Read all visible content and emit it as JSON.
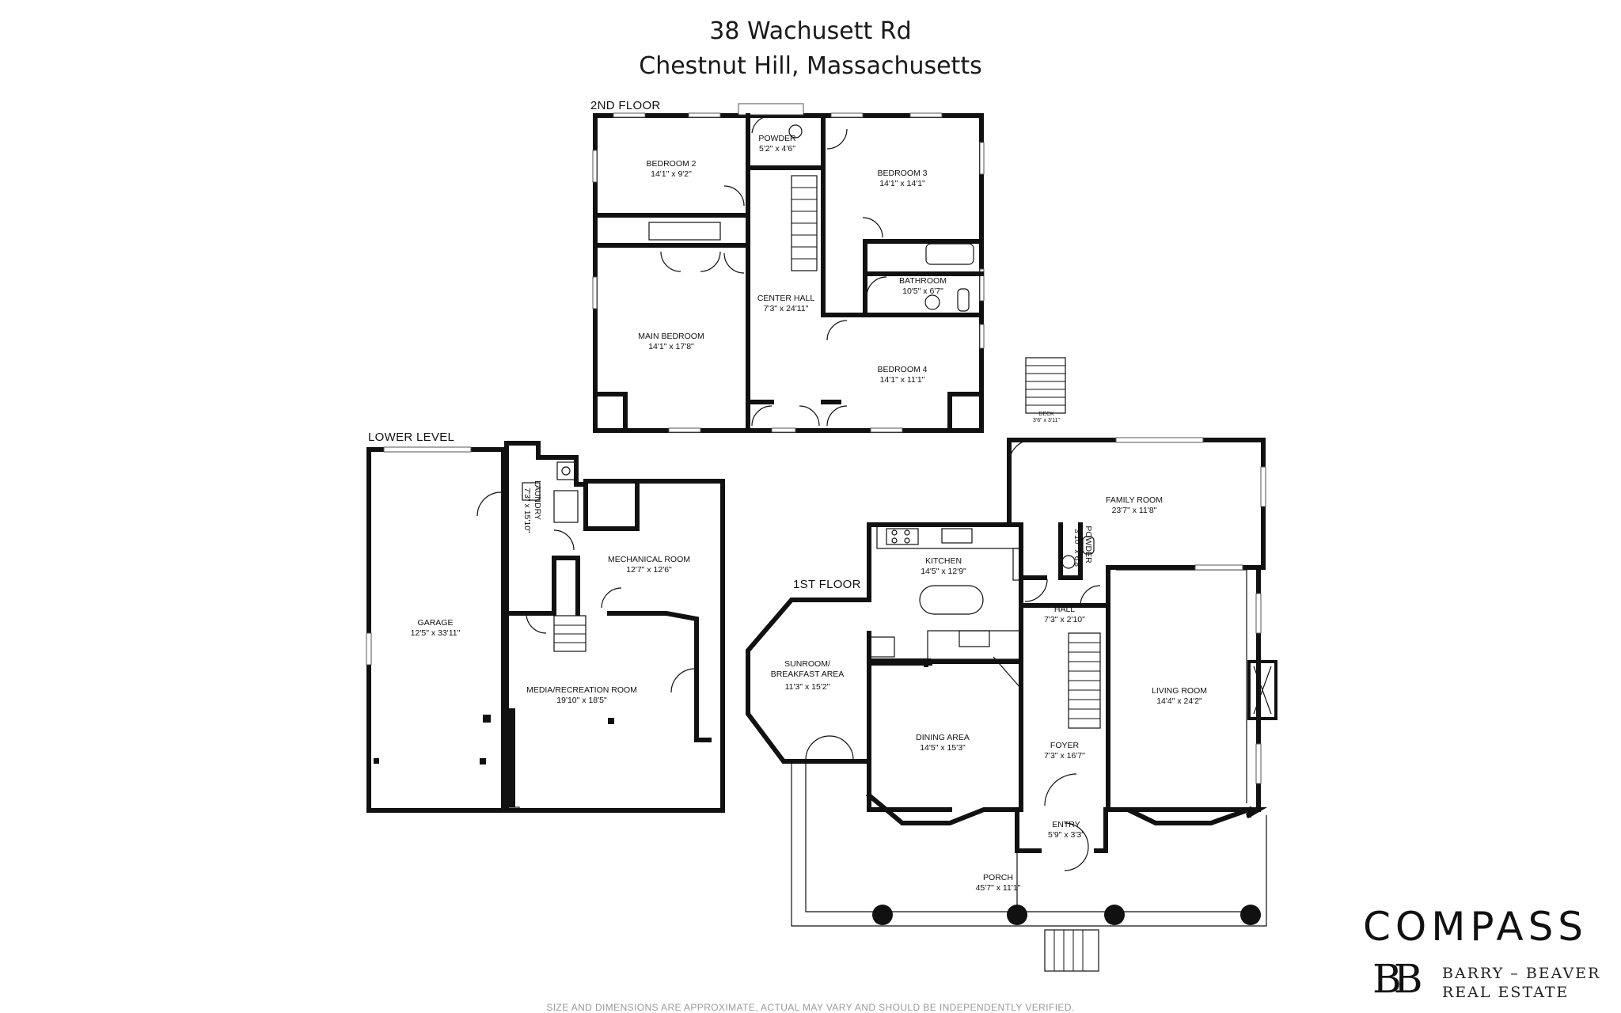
{
  "header": {
    "address_line1": "38 Wachusett Rd",
    "address_line2": "Chestnut Hill, Massachusetts"
  },
  "floors": {
    "second": {
      "label": "2ND FLOOR"
    },
    "lower": {
      "label": "LOWER LEVEL"
    },
    "first": {
      "label": "1ST FLOOR"
    }
  },
  "rooms": {
    "bedroom2": {
      "name": "BEDROOM 2",
      "dim": "14'1\" x 9'2\""
    },
    "powder2": {
      "name": "POWDER",
      "dim": "5'2\" x 4'6\""
    },
    "bedroom3": {
      "name": "BEDROOM 3",
      "dim": "14'1\" x 14'1\""
    },
    "bathroom": {
      "name": "BATHROOM",
      "dim": "10'5\" x 6'7\""
    },
    "center_hall": {
      "name": "CENTER HALL",
      "dim": "7'3\" x 24'11\""
    },
    "main_bedroom": {
      "name": "MAIN BEDROOM",
      "dim": "14'1\" x 17'8\""
    },
    "bedroom4": {
      "name": "BEDROOM 4",
      "dim": "14'1\" x 11'1\""
    },
    "laundry": {
      "name": "LAUNDRY",
      "dim": "7'3\" x 15'10\""
    },
    "garage": {
      "name": "GARAGE",
      "dim": "12'5\" x 33'11\""
    },
    "mechanical": {
      "name": "MECHANICAL ROOM",
      "dim": "12'7\" x 12'6\""
    },
    "media": {
      "name": "MEDIA/RECREATION ROOM",
      "dim": "19'10\" x 18'5\""
    },
    "deck": {
      "name": "DECK",
      "dim": "3'6\" x 3'11\""
    },
    "family": {
      "name": "FAMILY ROOM",
      "dim": "23'7\" x 11'8\""
    },
    "kitchen": {
      "name": "KITCHEN",
      "dim": "14'5\" x 12'9\""
    },
    "powder1": {
      "name": "POWDER",
      "dim": "3'10\" x 6'8\""
    },
    "hall": {
      "name": "HALL",
      "dim": "7'3\" x 2'10\""
    },
    "sunroom": {
      "name1": "SUNROOM/",
      "name2": "BREAKFAST AREA",
      "dim": "11'3\" x 15'2\""
    },
    "living": {
      "name": "LIVING ROOM",
      "dim": "14'4\" x 24'2\""
    },
    "dining": {
      "name": "DINING AREA",
      "dim": "14'5\" x 15'3\""
    },
    "foyer": {
      "name": "FOYER",
      "dim": "7'3\" x 16'7\""
    },
    "entry": {
      "name": "ENTRY",
      "dim": "5'9\" x 3'3\""
    },
    "porch": {
      "name": "PORCH",
      "dim": "45'7\" x 11'1\""
    }
  },
  "branding": {
    "compass": "COMPASS",
    "bb_mark": "BB",
    "bb_line1": "BARRY – BEAVER",
    "bb_line2": "REAL ESTATE"
  },
  "footer": {
    "disclaimer": "SIZE AND DIMENSIONS ARE APPROXIMATE, ACTUAL MAY VARY AND SHOULD BE INDEPENDENTLY VERIFIED."
  }
}
